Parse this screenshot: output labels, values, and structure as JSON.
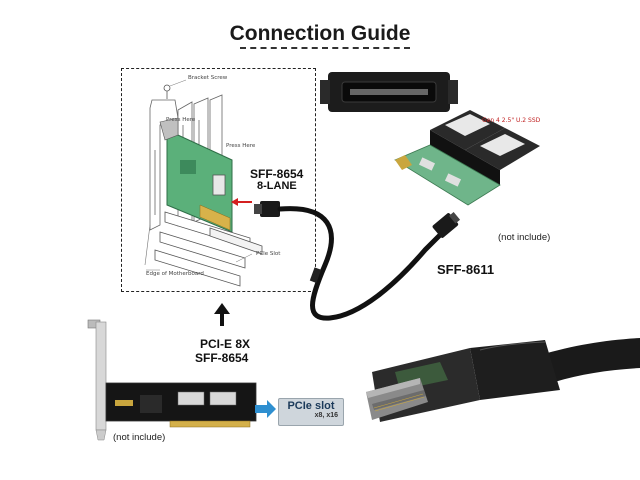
{
  "title": "Connection Guide",
  "install_diagram": {
    "bracket_screw": "Bracket Screw",
    "press_here_1": "Press Here",
    "press_here_2": "Press Here",
    "pcie_slot": "PCIe Slot",
    "edge_of_motherboard": "Edge of Motherboard"
  },
  "labels": {
    "sff8654_port": "SFF-8654",
    "eight_lane": "8-LANE",
    "sff8611": "SFF-8611",
    "not_include_top": "(not include)",
    "pcie_8x": "PCI-E 8X",
    "sff8654_bottom": "SFF-8654",
    "not_include_bottom": "(not include)",
    "pcie_slot_title": "PCIe slot",
    "pcie_slot_sub": "x8, x16",
    "ssd_label": "Gen 4 2.5\" U.2 SSD"
  },
  "colors": {
    "pcb_green": "#5bb07a",
    "cable_black": "#111111",
    "arrow_red": "#d42020",
    "arrow_blue": "#2e8fd0",
    "slot_gray": "#cfd6dc"
  }
}
